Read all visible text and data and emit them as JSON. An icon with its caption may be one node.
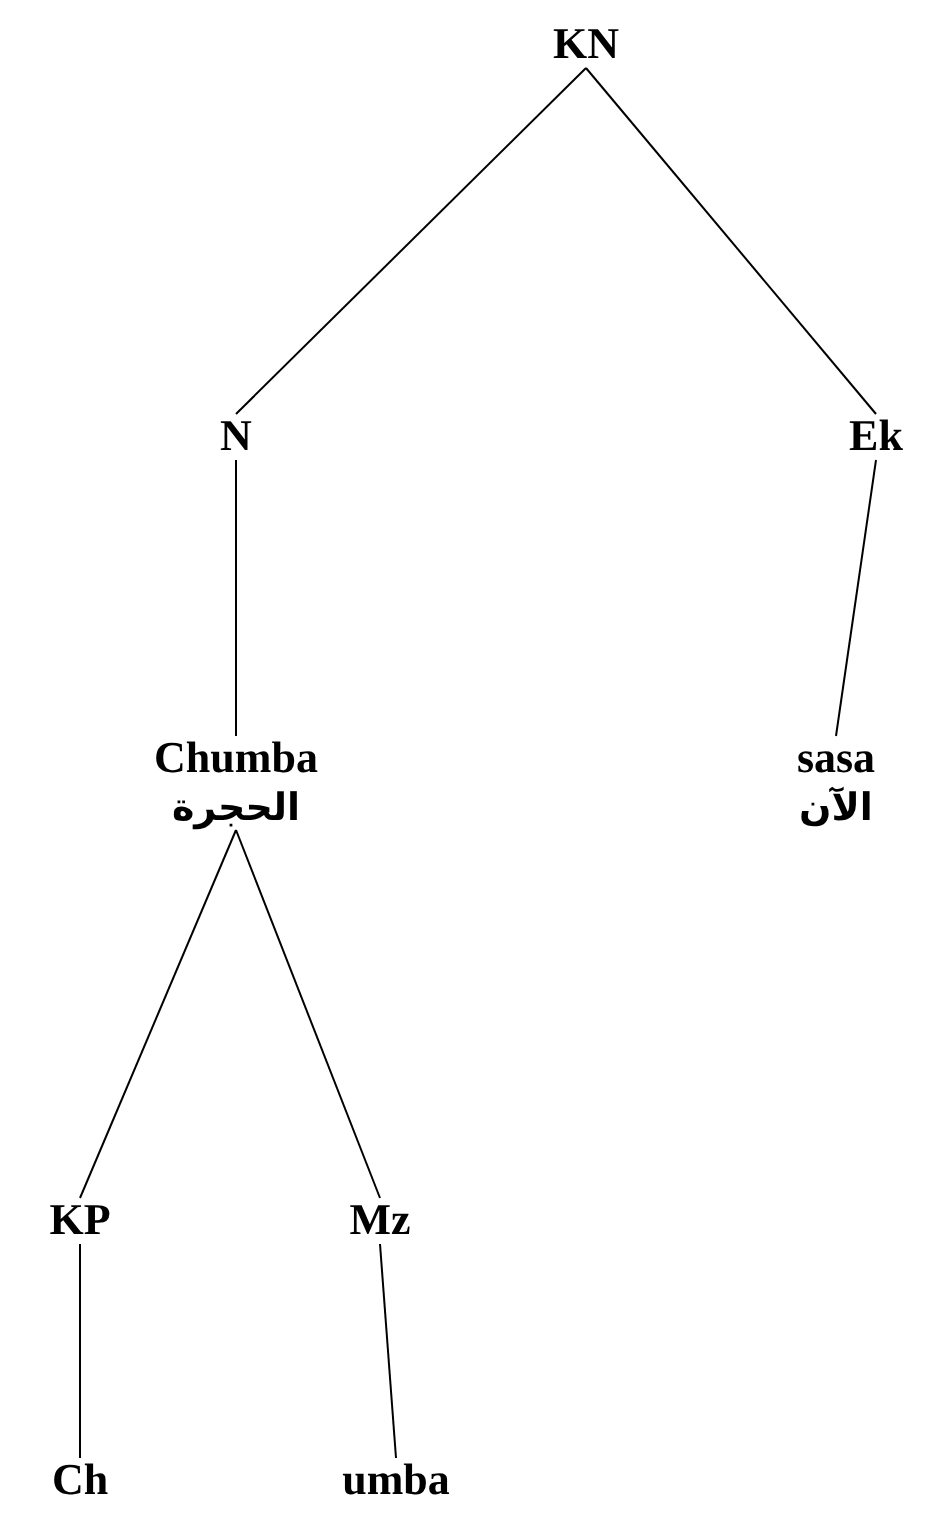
{
  "diagram": {
    "nodes": [
      {
        "text": [
          "KN"
        ]
      },
      {
        "text": [
          "N"
        ]
      },
      {
        "text": [
          "Ek"
        ]
      },
      {
        "text": [
          "Chumba",
          "الحجرة"
        ]
      },
      {
        "text": [
          "sasa",
          "الآن"
        ]
      },
      {
        "text": [
          "KP"
        ]
      },
      {
        "text": [
          "Mz"
        ]
      },
      {
        "text": [
          "Ch"
        ]
      },
      {
        "text": [
          "umba"
        ]
      }
    ],
    "edges": [
      {
        "from": 0,
        "to": 1,
        "arrow": "none"
      },
      {
        "from": 0,
        "to": 2,
        "arrow": "none"
      },
      {
        "from": 1,
        "to": 3,
        "arrow": "none"
      },
      {
        "from": 2,
        "to": 4,
        "arrow": "none"
      },
      {
        "from": 3,
        "to": 5,
        "arrow": "none"
      },
      {
        "from": 3,
        "to": 6,
        "arrow": "none"
      },
      {
        "from": 5,
        "to": 7,
        "arrow": "none"
      },
      {
        "from": 6,
        "to": 8,
        "arrow": "none"
      }
    ]
  }
}
